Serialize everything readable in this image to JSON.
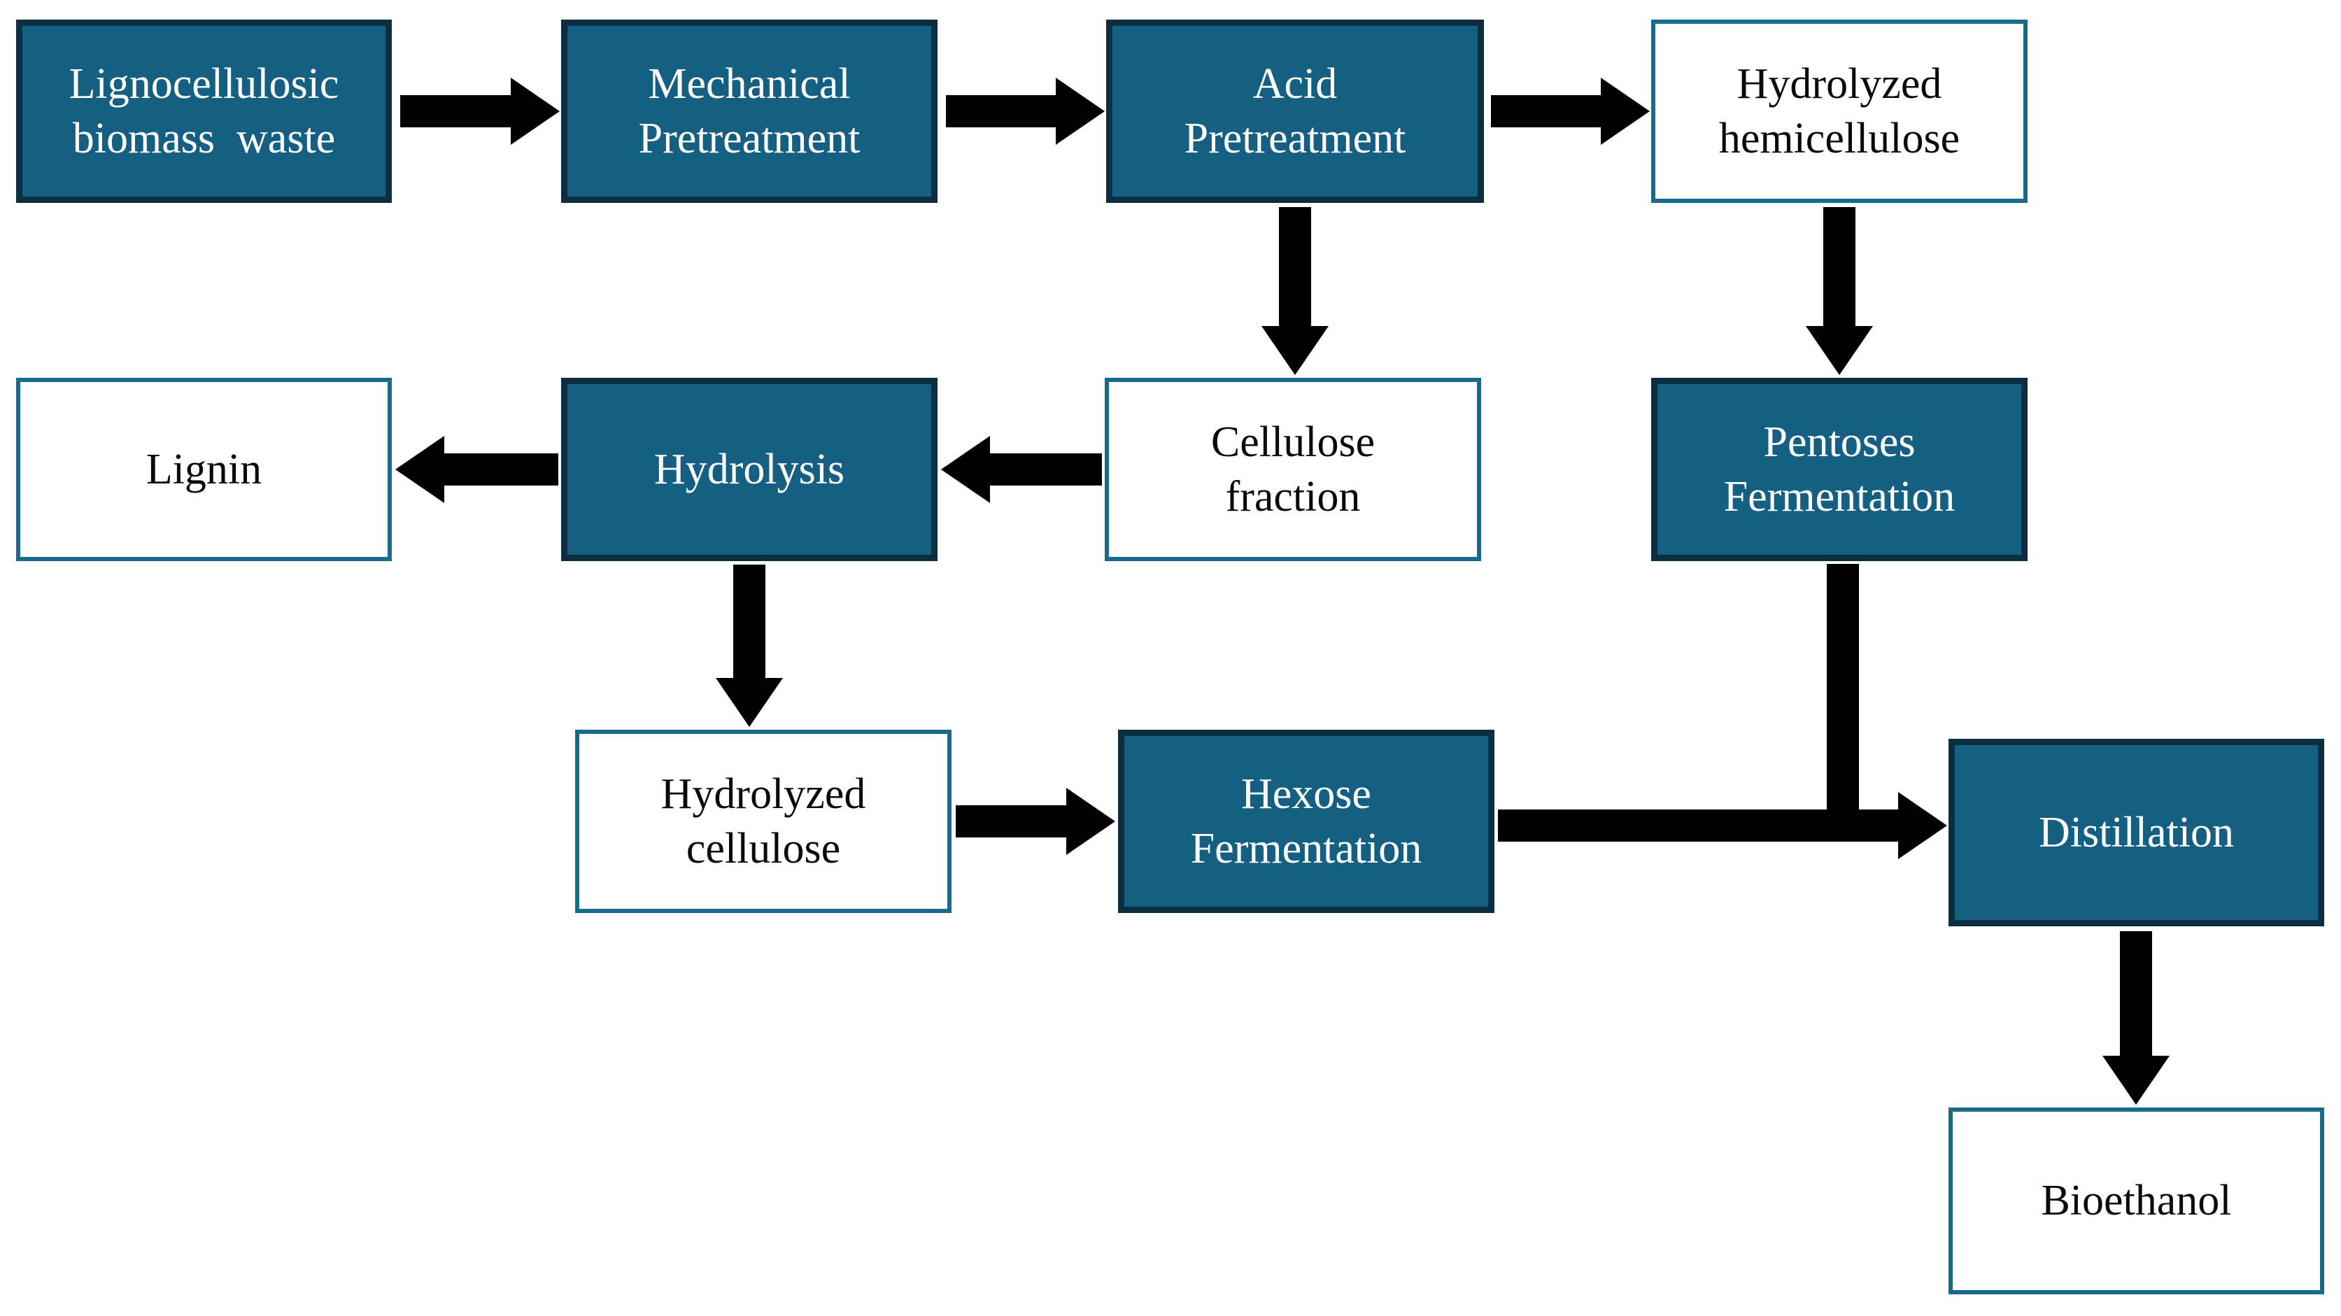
{
  "diagram": {
    "type": "flowchart",
    "background": "#FFFFFF"
  },
  "colors": {
    "process_fill": "#156082",
    "process_border": "#0C2E40",
    "process_text": "#FFFFFF",
    "item_fill": "#FFFFFF",
    "item_border": "#176A8C",
    "item_text": "#0A0A0A",
    "arrow": "#000000",
    "background": "#FFFFFF"
  },
  "nodes": [
    {
      "id": "lignocellulosic-biomass-waste",
      "label": "Lignocellulosic\nbiomass  waste",
      "style": "filled"
    },
    {
      "id": "mechanical-pretreatment",
      "label": "Mechanical\nPretreatment",
      "style": "filled"
    },
    {
      "id": "acid-pretreatment",
      "label": "Acid\nPretreatment",
      "style": "filled"
    },
    {
      "id": "hydrolyzed-hemicellulose",
      "label": "Hydrolyzed\nhemicellulose",
      "style": "outline"
    },
    {
      "id": "lignin",
      "label": "Lignin",
      "style": "outline"
    },
    {
      "id": "hydrolysis",
      "label": "Hydrolysis",
      "style": "filled"
    },
    {
      "id": "cellulose-fraction",
      "label": "Cellulose\nfraction",
      "style": "outline"
    },
    {
      "id": "pentoses-fermentation",
      "label": "Pentoses\nFermentation",
      "style": "filled"
    },
    {
      "id": "hydrolyzed-cellulose",
      "label": "Hydrolyzed\ncellulose",
      "style": "outline"
    },
    {
      "id": "hexose-fermentation",
      "label": "Hexose\nFermentation",
      "style": "filled"
    },
    {
      "id": "distillation",
      "label": "Distillation",
      "style": "filled"
    },
    {
      "id": "bioethanol",
      "label": "Bioethanol",
      "style": "outline"
    }
  ],
  "edges": [
    {
      "from": "lignocellulosic-biomass-waste",
      "to": "mechanical-pretreatment",
      "connector": "block-arrow-right"
    },
    {
      "from": "mechanical-pretreatment",
      "to": "acid-pretreatment",
      "connector": "block-arrow-right"
    },
    {
      "from": "acid-pretreatment",
      "to": "hydrolyzed-hemicellulose",
      "connector": "block-arrow-right"
    },
    {
      "from": "acid-pretreatment",
      "to": "cellulose-fraction",
      "connector": "block-arrow-down"
    },
    {
      "from": "hydrolyzed-hemicellulose",
      "to": "pentoses-fermentation",
      "connector": "block-arrow-down"
    },
    {
      "from": "cellulose-fraction",
      "to": "hydrolysis",
      "connector": "block-arrow-left"
    },
    {
      "from": "hydrolysis",
      "to": "lignin",
      "connector": "block-arrow-left"
    },
    {
      "from": "hydrolysis",
      "to": "hydrolyzed-cellulose",
      "connector": "block-arrow-down"
    },
    {
      "from": "hydrolyzed-cellulose",
      "to": "hexose-fermentation",
      "connector": "block-arrow-right"
    },
    {
      "from": "hexose-fermentation",
      "to": "distillation",
      "connector": "block-arrow-right"
    },
    {
      "from": "pentoses-fermentation",
      "to": "distillation",
      "connector": "line-merging-into-hexose-arrow"
    },
    {
      "from": "distillation",
      "to": "bioethanol",
      "connector": "block-arrow-down"
    }
  ]
}
